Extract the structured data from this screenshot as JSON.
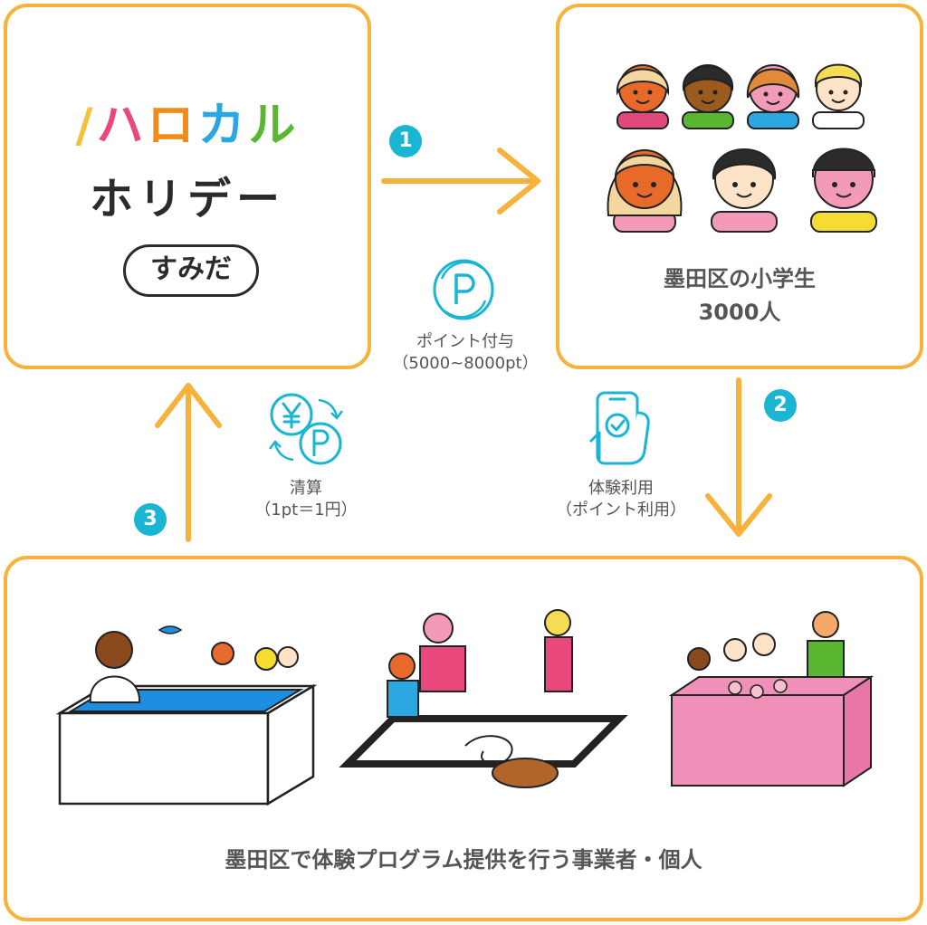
{
  "logo": {
    "line1": [
      "ハ",
      "ロ",
      "カ",
      "ル"
    ],
    "line1_colors": [
      "#e9487a",
      "#f08c1e",
      "#2aa6e0",
      "#5ab531"
    ],
    "line2": "ホリデー",
    "badge": "すみだ"
  },
  "students": {
    "title": "墨田区の小学生",
    "count": "3000人"
  },
  "providers": {
    "title": "墨田区で体験プログラム提供を行う事業者・個人"
  },
  "steps": [
    {
      "number": "1",
      "label": "ポイント付与",
      "sub": "（5000~8000pt）",
      "icon": "point-coin-icon"
    },
    {
      "number": "2",
      "label": "体験利用",
      "sub": "（ポイント利用）",
      "icon": "smartphone-check-icon"
    },
    {
      "number": "3",
      "label": "清算",
      "sub": "（1pt＝1円）",
      "icon": "yen-point-exchange-icon"
    }
  ],
  "colors": {
    "border": "#f7b23b",
    "arrow": "#f7b23b",
    "accent": "#19b5d2",
    "text": "#555555"
  }
}
